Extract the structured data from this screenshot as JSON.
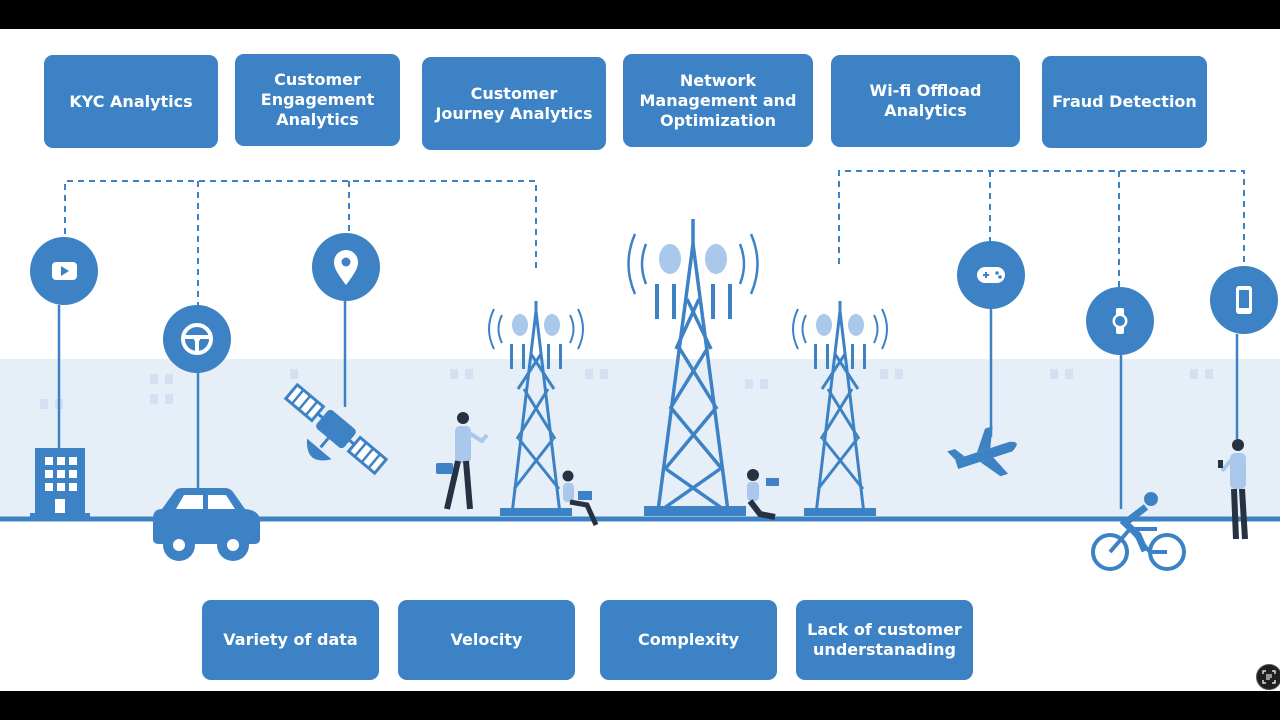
{
  "top_tiles": [
    {
      "name": "tile-kyc-analytics",
      "label": "KYC  Analytics"
    },
    {
      "name": "tile-customer-engagement-analytics",
      "label": "Customer\nEngagement\nAnalytics"
    },
    {
      "name": "tile-customer-journey-analytics",
      "label": "Customer\nJourney Analytics"
    },
    {
      "name": "tile-network-management",
      "label": "Network\nManagement and\nOptimization"
    },
    {
      "name": "tile-wifi-offload-analytics",
      "label": "Wi-fi Offload\nAnalytics"
    },
    {
      "name": "tile-fraud-detection",
      "label": "Fraud Detection"
    }
  ],
  "bottom_tiles": [
    {
      "name": "tile-variety-of-data",
      "label": "Variety of data"
    },
    {
      "name": "tile-velocity",
      "label": "Velocity"
    },
    {
      "name": "tile-complexity",
      "label": "Complexity"
    },
    {
      "name": "tile-lack-of-customer-understanding",
      "label": "Lack of customer\nunderstanading"
    }
  ],
  "icons": [
    "play-icon",
    "steering-wheel-icon",
    "location-pin-icon",
    "gamepad-icon",
    "smartwatch-icon",
    "smartphone-icon"
  ],
  "colors": {
    "accent": "#3c82c4",
    "skyline": "#e6eef8",
    "frame": "#000000"
  }
}
